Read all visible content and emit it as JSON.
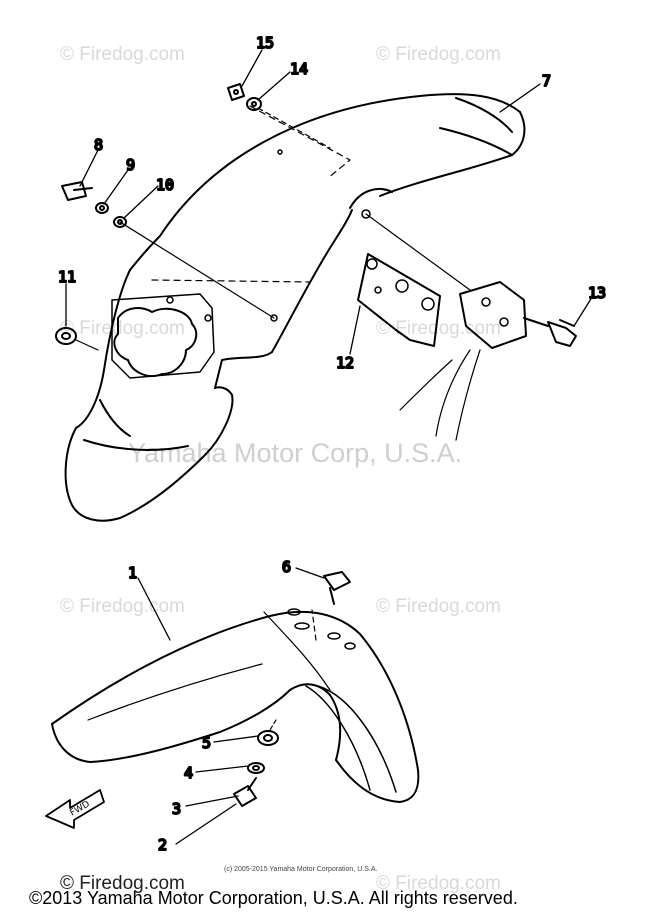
{
  "watermark": {
    "text": "© Firedog.com",
    "center_text": "Yamaha Motor Corp, U.S.A."
  },
  "callouts": [
    "1",
    "2",
    "3",
    "4",
    "5",
    "6",
    "7",
    "8",
    "9",
    "10",
    "11",
    "12",
    "13",
    "14",
    "15"
  ],
  "fwd_arrow_label": "FWD",
  "small_copyright": "(c) 2005-2015 Yamaha Motor Corporation, U.S.A.",
  "bottom_watermark": "© Firedog.com",
  "copyright": "©2013 Yamaha Motor Corporation, U.S.A. All rights reserved.",
  "colors": {
    "line": "#000000",
    "watermark": "#d9d9d9"
  }
}
